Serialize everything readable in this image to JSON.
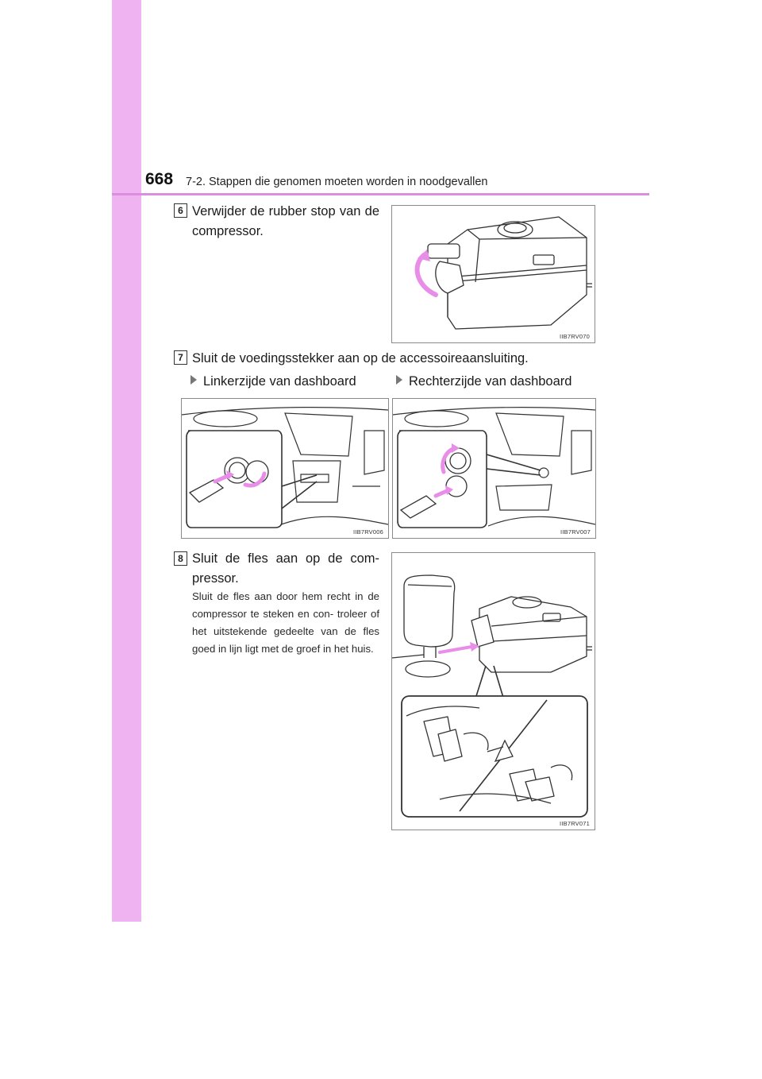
{
  "header": {
    "page_number": "668",
    "section_title": "7-2. Stappen die genomen moeten worden in noodgevallen"
  },
  "steps": [
    {
      "number": "6",
      "text": "Verwijder de rubber stop van de compressor."
    },
    {
      "number": "7",
      "text": "Sluit de voedingsstekker aan op de accessoireaansluiting."
    },
    {
      "number": "8",
      "text": "Sluit de fles aan op de com- pressor.",
      "note": "Sluit de fles aan door hem recht in de compressor te steken en con- troleer of het uitstekende gedeelte van de fles goed in lijn ligt met de groef in het huis."
    }
  ],
  "sub_headings": {
    "left": "Linkerzijde van dashboard",
    "right": "Rechterzijde van dashboard"
  },
  "figures": {
    "fig1_code": "IIB7RV070",
    "fig2_code": "IIB7RV006",
    "fig3_code": "IIB7RV007",
    "fig4_code": "IIB7RV071"
  },
  "colors": {
    "sidebar": "#efb3f2",
    "header_rule": "#d98fdd",
    "arrow": "#e98ee8"
  }
}
